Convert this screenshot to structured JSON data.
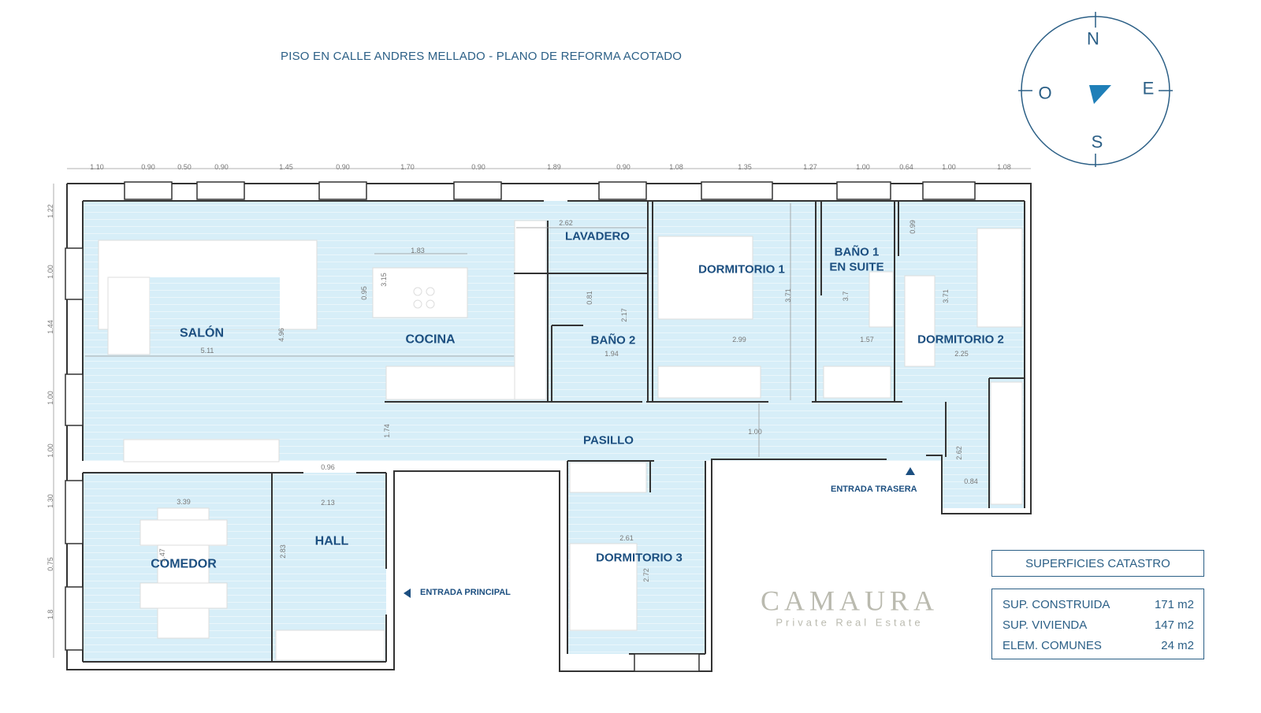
{
  "title": "PISO EN CALLE ANDRES MELLADO  - PLANO DE REFORMA ACOTADO",
  "compass": {
    "n": "N",
    "s": "S",
    "e": "E",
    "o": "O"
  },
  "watermark": {
    "brand": "CAMAURA",
    "tagline": "Private Real Estate"
  },
  "rooms": {
    "salon": "SALÓN",
    "cocina": "COCINA",
    "lavadero": "LAVADERO",
    "bano2": "BAÑO 2",
    "dormitorio1": "DORMITORIO 1",
    "bano1_line1": "BAÑO 1",
    "bano1_line2": "EN SUITE",
    "dormitorio2": "DORMITORIO 2",
    "pasillo": "PASILLO",
    "comedor": "COMEDOR",
    "hall": "HALL",
    "dormitorio3": "DORMITORIO 3"
  },
  "entrances": {
    "principal": "ENTRADA PRINCIPAL",
    "trasera": "ENTRADA TRASERA"
  },
  "top_dims": [
    "1.10",
    "0.90",
    "0.50",
    "0.90",
    "1.45",
    "0.90",
    "1.70",
    "0.90",
    "1.89",
    "0.90",
    "1.08",
    "1.35",
    "1.27",
    "1.00",
    "0.64",
    "1.00",
    "1.08"
  ],
  "left_dims": [
    "1.22",
    "1.00",
    "1.44",
    "1.00",
    "1.00",
    "1.30",
    "0.75",
    "1.8"
  ],
  "interior_dims": [
    "2.62",
    "1.83",
    "0.95",
    "3.15",
    "0.81",
    "2.17",
    "1.94",
    "4.96",
    "5.11",
    "2.99",
    "3.71",
    "3.7",
    "1.57",
    "3.71",
    "2.25",
    "0.99",
    "1.74",
    "1.00",
    "2.62",
    "0.84",
    "0.96",
    "3.39",
    "2.13",
    "2.83",
    "1.47",
    "2.61",
    "2.72"
  ],
  "superficies": {
    "heading": "SUPERFICIES CATASTRO",
    "rows": [
      {
        "label": "SUP. CONSTRUIDA",
        "value": "171 m2"
      },
      {
        "label": "SUP. VIVIENDA",
        "value": "147 m2"
      },
      {
        "label": "ELEM. COMUNES",
        "value": "24 m2"
      }
    ]
  },
  "colors": {
    "floor": "#d7eef8",
    "wall": "#333333",
    "accent": "#2b5f86",
    "label": "#1c4f80"
  }
}
